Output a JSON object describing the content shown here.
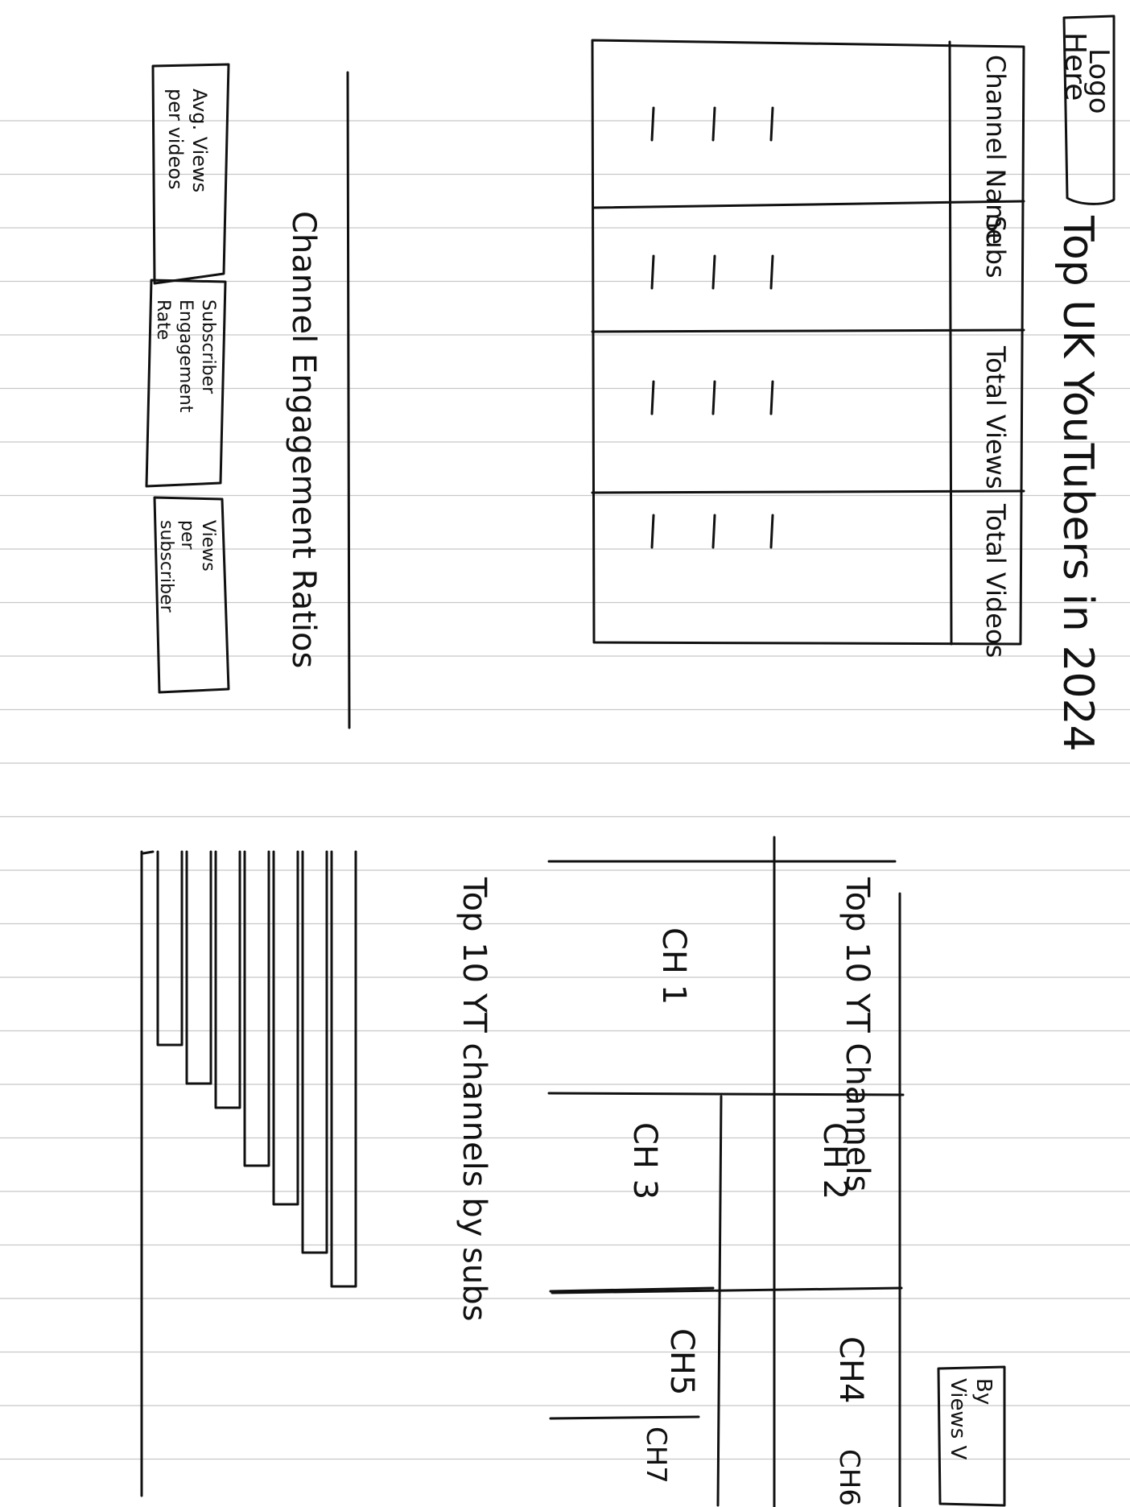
{
  "title": "Top UK YouTubers in 2024",
  "logo": {
    "line1": "Logo",
    "line2": "Here"
  },
  "table": {
    "headers": [
      "Channel Name",
      "Subs",
      "Total Views",
      "Total Videos"
    ],
    "placeholder_rows": 3
  },
  "engagement": {
    "heading": "Channel Engagement Ratios",
    "cards": [
      [
        "Avg. Views",
        "per videos"
      ],
      [
        "Subscriber",
        "Engagement",
        "Rate"
      ],
      [
        "Views",
        "per",
        "subscriber"
      ]
    ]
  },
  "treemap": {
    "title": "Top 10 YT Channels",
    "filter_label": [
      "By",
      "Views V"
    ],
    "labels": [
      "CH 1",
      "CH 2",
      "CH 3",
      "CH4",
      "CH5",
      "CH6",
      "CH7"
    ]
  },
  "bar_chart": {
    "title": "Top 10 YT channels by subs"
  },
  "chart_data": {
    "type": "bar",
    "title": "Top 10 YT channels by subs",
    "orientation": "horizontal",
    "values": [
      4.0,
      4.8,
      5.3,
      6.5,
      7.3,
      8.3,
      9.0
    ],
    "axis_labels_present": false
  }
}
